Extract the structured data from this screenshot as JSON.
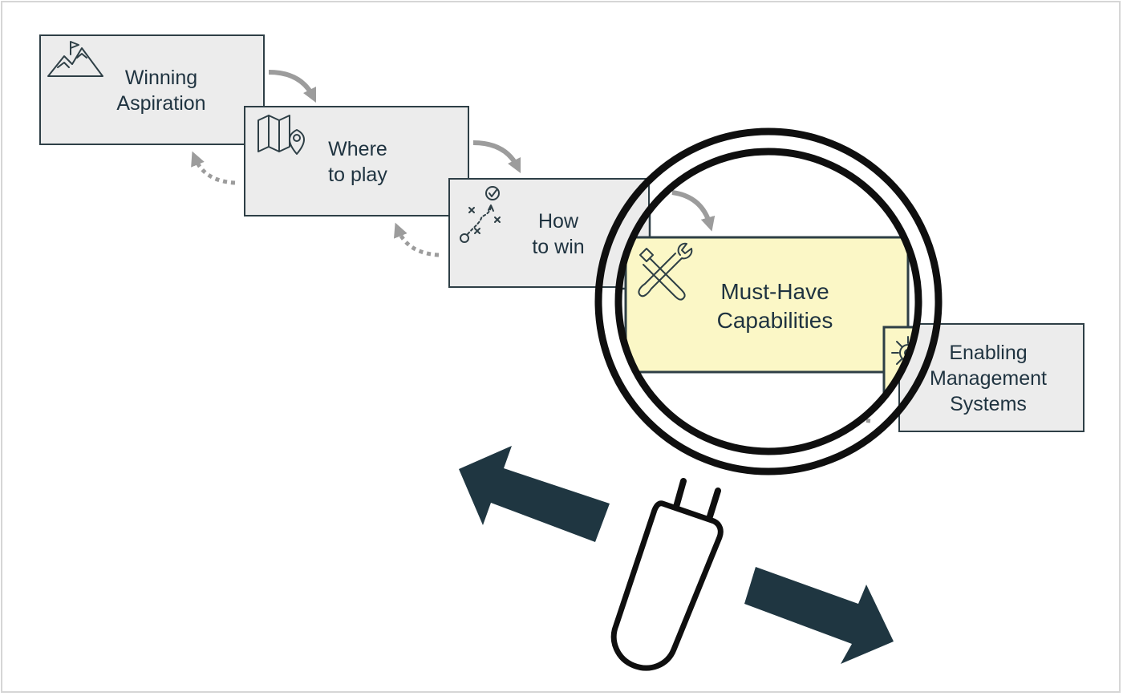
{
  "diagram": {
    "steps": [
      {
        "id": "winning-aspiration",
        "label": "Winning\nAspiration",
        "icon": "mountain-flag-icon"
      },
      {
        "id": "where-to-play",
        "label": "Where\nto play",
        "icon": "map-pin-icon"
      },
      {
        "id": "how-to-win",
        "label": "How\nto win",
        "icon": "play-strategy-icon"
      },
      {
        "id": "must-have-capabilities",
        "label": "Must-Have\nCapabilities",
        "icon": "tools-icon",
        "highlighted": true
      },
      {
        "id": "enabling-management-systems",
        "label": "Enabling\nManagement\nSystems",
        "icon": "gear-icon"
      }
    ],
    "highlight_color": "#fbf7c6",
    "box_color": "#ececec",
    "border_color": "#2e3f46",
    "arrow_color": "#9c9c9c",
    "magnifier": {
      "icon": "magnifying-glass-icon"
    }
  }
}
